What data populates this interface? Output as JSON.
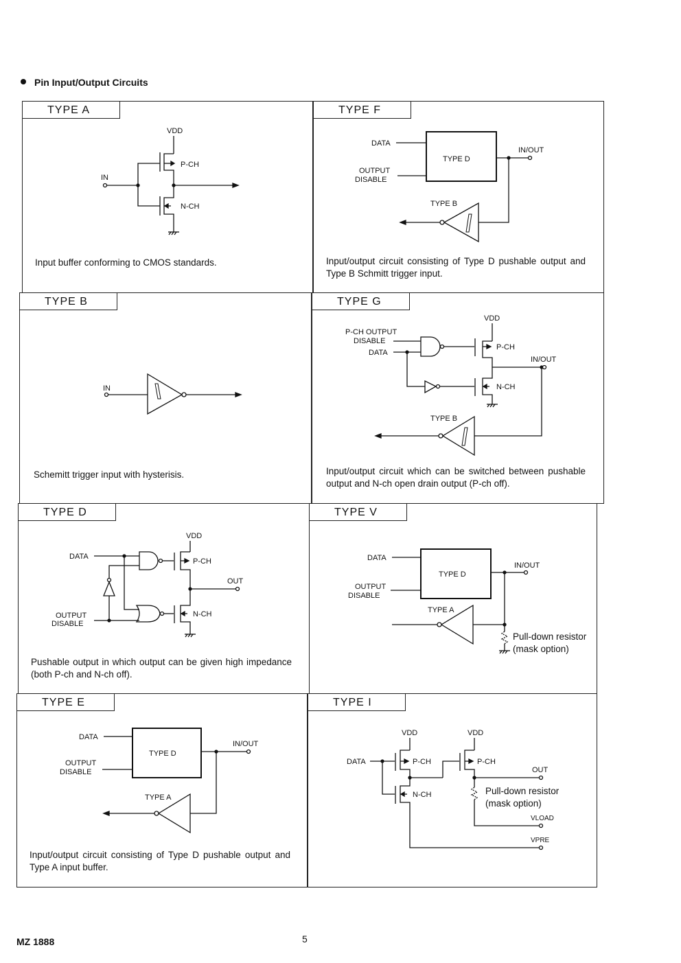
{
  "heading": "Pin Input/Output Circuits",
  "cells": {
    "A": {
      "title": "TYPE A",
      "description": "Input buffer conforming to CMOS standards.",
      "labels": {
        "vdd": "VDD",
        "in": "IN",
        "pch": "P-CH",
        "nch": "N-CH"
      }
    },
    "F": {
      "title": "TYPE F",
      "description": "Input/output circuit consisting of Type D pushable output and Type B Schmitt trigger input.",
      "labels": {
        "data": "DATA",
        "output": "OUTPUT",
        "disable": "DISABLE",
        "block": "TYPE D",
        "inout": "IN/OUT",
        "buffer": "TYPE B"
      }
    },
    "B": {
      "title": "TYPE B",
      "description": "Schemitt trigger input with hysterisis.",
      "labels": {
        "in": "IN"
      }
    },
    "G": {
      "title": "TYPE G",
      "description": "Input/output circuit which can be switched between pushable output and N-ch open drain output (P-ch off).",
      "labels": {
        "vdd": "VDD",
        "pch_output": "P-CH OUTPUT",
        "disable": "DISABLE",
        "data": "DATA",
        "pch": "P-CH",
        "nch": "N-CH",
        "inout": "IN/OUT",
        "buffer": "TYPE B"
      }
    },
    "D": {
      "title": "TYPE D",
      "description": "Pushable output in which output can be given high impedance (both P-ch and N-ch off).",
      "labels": {
        "vdd": "VDD",
        "data": "DATA",
        "pch": "P-CH",
        "nch": "N-CH",
        "out": "OUT",
        "output": "OUTPUT",
        "disable": "DISABLE"
      }
    },
    "V": {
      "title": "TYPE V",
      "description": "",
      "labels": {
        "data": "DATA",
        "output": "OUTPUT",
        "disable": "DISABLE",
        "block": "TYPE D",
        "inout": "IN/OUT",
        "buffer": "TYPE A",
        "resistor1": "Pull-down resistor",
        "resistor2": "(mask option)"
      }
    },
    "E": {
      "title": "TYPE E",
      "description": "Input/output circuit consisting of Type D pushable output and Type A input buffer.",
      "labels": {
        "data": "DATA",
        "output": "OUTPUT",
        "disable": "DISABLE",
        "block": "TYPE D",
        "inout": "IN/OUT",
        "buffer": "TYPE A"
      }
    },
    "I": {
      "title": "TYPE I",
      "description": "",
      "labels": {
        "vdd": "VDD",
        "data": "DATA",
        "pch": "P-CH",
        "nch": "N-CH",
        "out": "OUT",
        "resistor1": "Pull-down resistor",
        "resistor2": "(mask option)",
        "vload": "VLOAD",
        "vpre": "VPRE"
      }
    }
  },
  "footer": {
    "doc_id": "MZ 1888",
    "page": "5"
  }
}
